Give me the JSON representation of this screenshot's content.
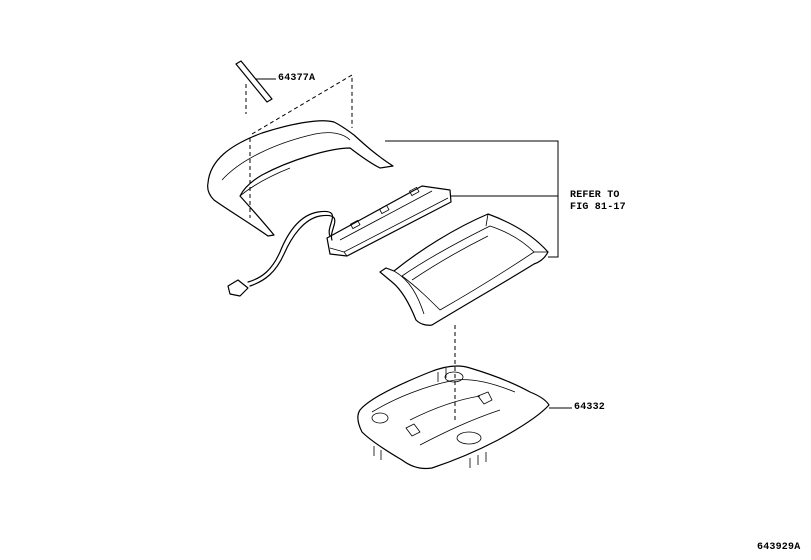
{
  "labels": {
    "part_64377a": "64377A",
    "refer_to_line1": "REFER TO",
    "refer_to_line2": "FIG 81-17",
    "part_64332": "64332",
    "figure_id": "643929A"
  }
}
